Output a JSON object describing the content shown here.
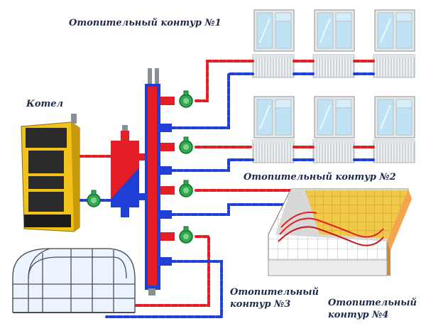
{
  "labels": {
    "boiler": "Котел",
    "circuit1": "Отопительный контур №1",
    "circuit2": "Отопительный контур №2",
    "circuit3_line1": "Отопительный",
    "circuit3_line2": "контур №3",
    "circuit4_line1": "Отопительный",
    "circuit4_line2": "контур №4"
  },
  "colors": {
    "supply": "#e31e24",
    "return": "#1f3fd6",
    "pump": "#2fa84f",
    "boiler_body": "#f2c21b",
    "text": "#1e2a4a"
  },
  "icons": [
    "boiler-icon",
    "pump-icon",
    "window-icon",
    "radiator-icon",
    "underfloor-heating-icon",
    "greenhouse-icon",
    "hydraulic-separator-icon",
    "manifold-icon"
  ]
}
